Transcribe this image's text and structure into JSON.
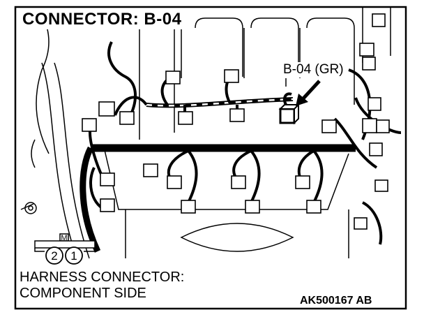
{
  "title": "CONNECTOR: B-04",
  "callout_label": "B-04 (GR)",
  "caption": {
    "line1": "HARNESS CONNECTOR:",
    "line2": "COMPONENT SIDE"
  },
  "code": "AK500167 AB",
  "connector_symbol": {
    "top_label": "M",
    "pins": [
      "2",
      "1"
    ]
  }
}
